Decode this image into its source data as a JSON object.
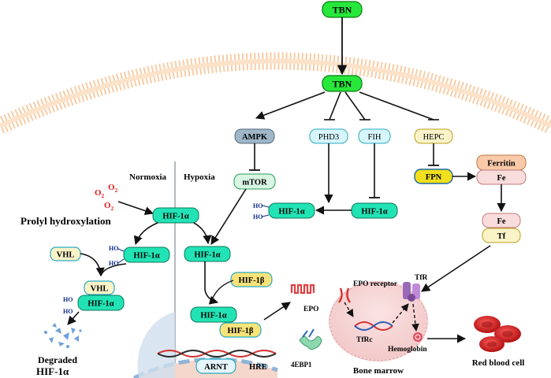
{
  "drug": "TBN",
  "conditions": {
    "normoxia": "Normoxia",
    "hypoxia": "Hypoxia"
  },
  "molecules": {
    "ampk": "AMPK",
    "mtor": "mTOR",
    "phd3": "PHD3",
    "fih": "FIH",
    "hepc": "HEPC",
    "fpn": "FPN",
    "ferritin": "Ferritin",
    "fe": "Fe",
    "tf": "Tf",
    "hif1a": "HIF-1α",
    "hif1b": "HIF-1β",
    "vhl": "VHL",
    "arnt": "ARNT",
    "hre": "HRE",
    "ebp1": "4EBP1",
    "epo": "EPO",
    "epo_receptor": "EPO receptor",
    "tfr": "TfR",
    "tfrc": "TfRc",
    "hemoglobin": "Hemoglobin"
  },
  "labels": {
    "o2": "O",
    "o2_sub": "2",
    "ho": "HO",
    "prolyl": "Prolyl hydroxylation",
    "degraded": "Degraded",
    "degraded_hif": "HIF-1α",
    "bone_marrow": "Bone marrow",
    "red_blood_cell": "Red blood cell"
  },
  "colors": {
    "tbn_green": "#27e83a",
    "hif_teal": "#22e3b5",
    "ampk_slate": "#9fb6c8",
    "light_cyan": "#d7f6fb",
    "mint": "#d9f5e3",
    "cream": "#fbf3c8",
    "fpn_yellow": "#f2df1e",
    "hif1b_yellow": "#f7e37a",
    "peach": "#f9c9a8",
    "pink": "#f9dcdc",
    "blood_red": "#d42020"
  }
}
